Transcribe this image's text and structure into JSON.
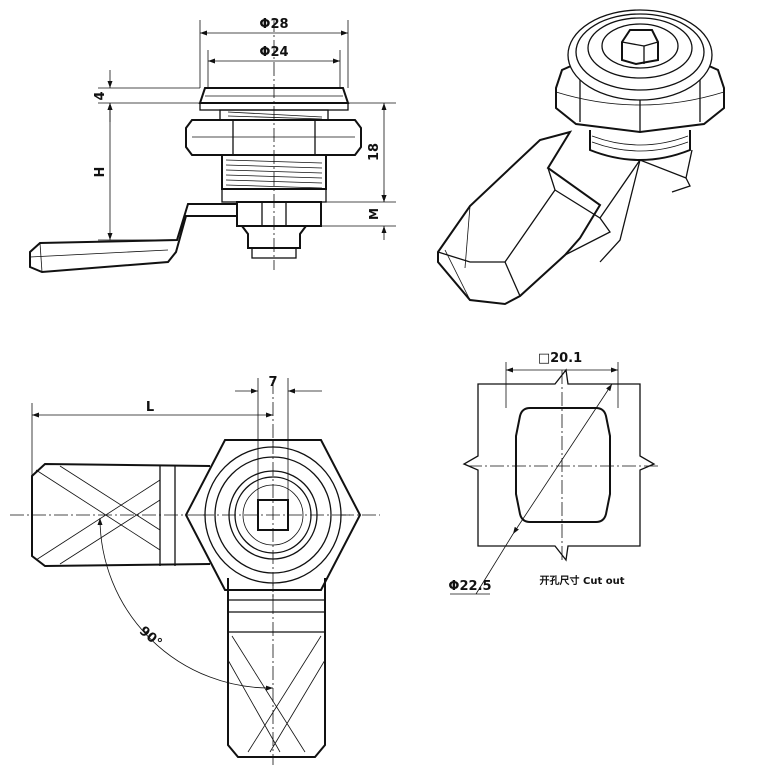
{
  "dimensions": {
    "outer_dia": "Φ28",
    "inner_dia": "Φ24",
    "flange_h": "4",
    "thread_len": "18",
    "cam_offset": "M",
    "height": "H",
    "square_size": "7",
    "length": "L",
    "angle": "90°",
    "cutout_square": "□20.1",
    "cutout_dia": "Φ22.5"
  },
  "labels": {
    "cutout_note": "开孔尺寸 Cut out"
  }
}
